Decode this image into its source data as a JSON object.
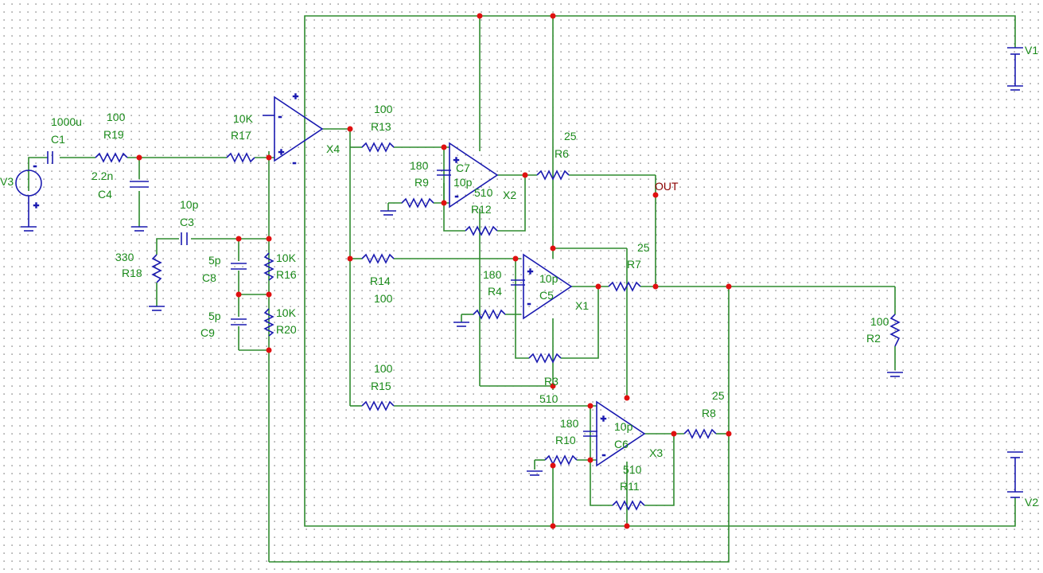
{
  "schematic": {
    "labels": {
      "c1_name": "C1",
      "c1_value": "1000u",
      "r19_value": "100",
      "r19_name": "R19",
      "c4_value": "2.2n",
      "c4_name": "C4",
      "v3_name": "V3",
      "r17_value": "10K",
      "r17_name": "R17",
      "x4_name": "X4",
      "c3_value": "10p",
      "c3_name": "C3",
      "r18_value": "330",
      "r18_name": "R18",
      "c8_value": "5p",
      "c8_name": "C8",
      "c9_value": "5p",
      "c9_name": "C9",
      "r16_value": "10K",
      "r16_name": "R16",
      "r20_value": "10K",
      "r20_name": "R20",
      "r13_value": "100",
      "r13_name": "R13",
      "r9_value": "180",
      "r9_name": "R9",
      "c7_name": "C7",
      "c7_value": "10p",
      "r12_value": "510",
      "r12_name": "R12",
      "x2_name": "X2",
      "r6_value": "25",
      "r6_name": "R6",
      "out_label": "OUT",
      "r14_name": "R14",
      "r14_value": "100",
      "r4_value": "180",
      "r4_name": "R4",
      "c5_value": "10p",
      "c5_name": "C5",
      "x1_name": "X1",
      "r7_value": "25",
      "r7_name": "R7",
      "r3_name": "R3",
      "r3_value": "510",
      "r2_value": "100",
      "r2_name": "R2",
      "r15_value": "100",
      "r15_name": "R15",
      "r10_value": "180",
      "r10_name": "R10",
      "c6_value": "10p",
      "c6_name": "C6",
      "r11_value": "510",
      "r11_name": "R11",
      "x3_name": "X3",
      "r8_value": "25",
      "r8_name": "R8",
      "v1_name": "V1",
      "v2_name": "V2"
    },
    "colors": {
      "wire": "#2e8b2e",
      "component": "#1a1ab0",
      "junction": "#e01010",
      "label": "#1a8a1a",
      "out_label": "#8b0000"
    }
  }
}
